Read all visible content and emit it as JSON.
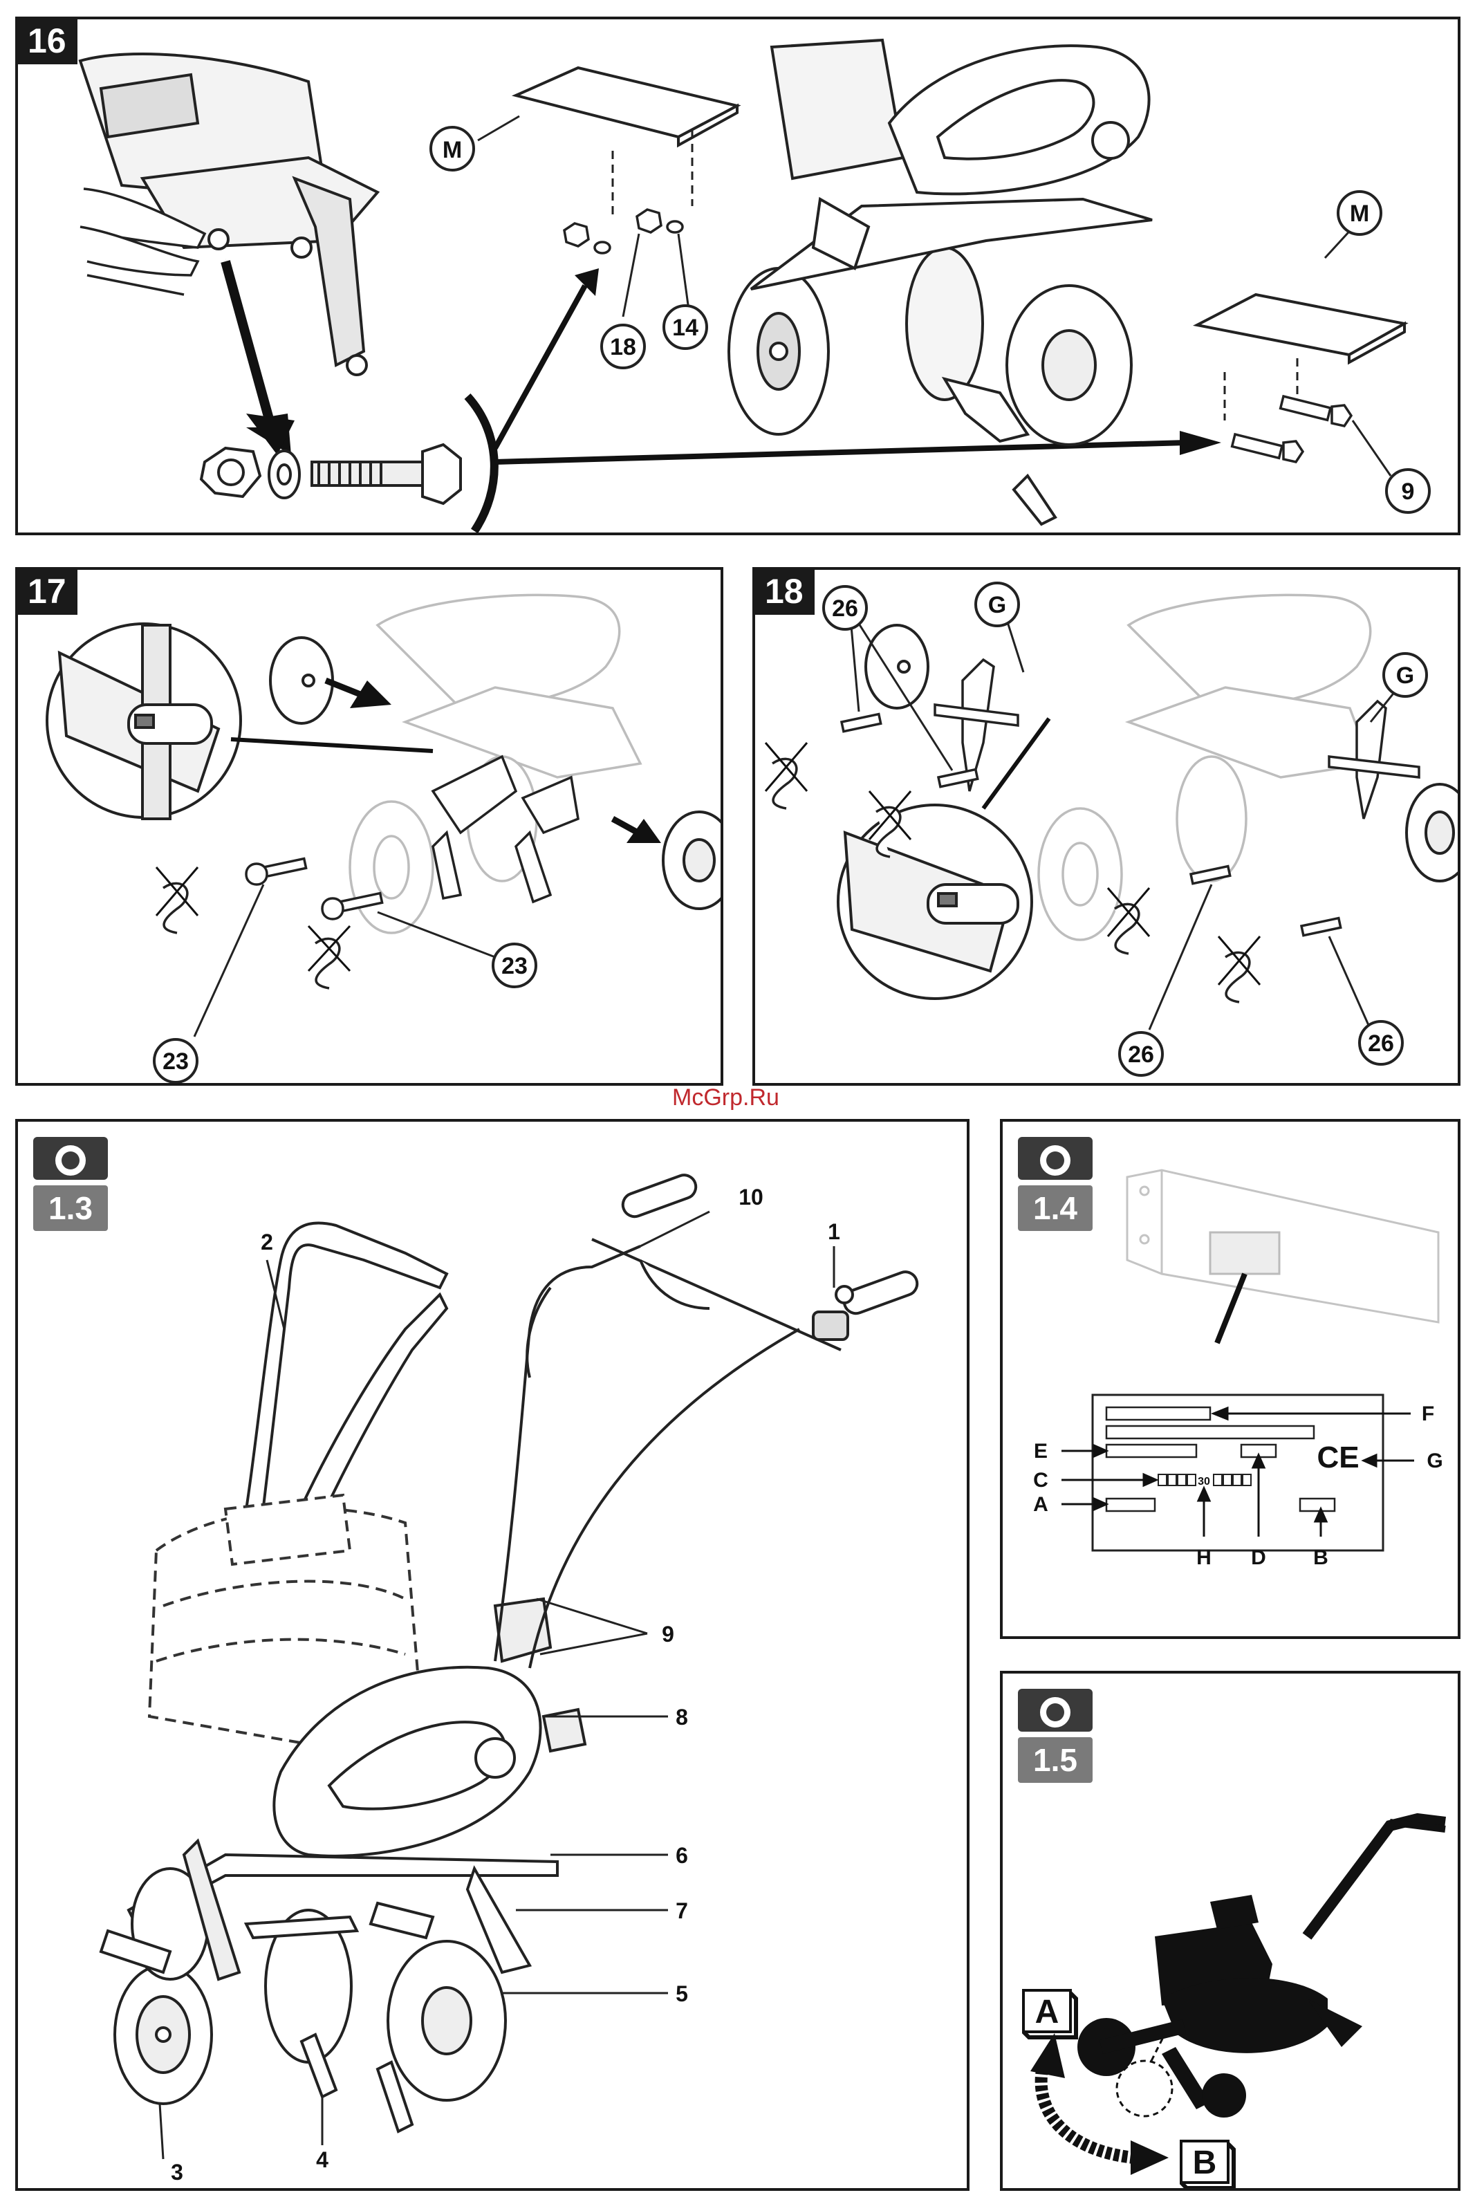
{
  "watermark": "McGrp.Ru",
  "panel16": {
    "step": "16",
    "callouts": {
      "m_top": "M",
      "m_right": "M",
      "nut": "18",
      "washer": "14",
      "bolt": "9"
    }
  },
  "panel17": {
    "step": "17",
    "callouts": {
      "pin_right": "23",
      "pin_left": "23"
    }
  },
  "panel18": {
    "step": "18",
    "callouts": {
      "pin_top": "26",
      "guard_top": "G",
      "guard_right": "G",
      "pin_mid": "26",
      "pin_bottom": "26"
    }
  },
  "panel13": {
    "badge": "1.3",
    "labels": [
      "10",
      "1",
      "2",
      "9",
      "8",
      "6",
      "7",
      "5",
      "3",
      "4"
    ]
  },
  "panel14": {
    "badge": "1.4",
    "labels": {
      "F": "F",
      "E": "E",
      "G": "G",
      "C": "C",
      "A": "A",
      "H": "H",
      "D": "D",
      "B": "B"
    },
    "plate_number": "30",
    "ce_mark": "CE"
  },
  "panel15": {
    "badge": "1.5",
    "labels": {
      "A": "A",
      "B": "B"
    }
  },
  "icons": [
    "camera-icon",
    "direction-arrow-icon"
  ]
}
